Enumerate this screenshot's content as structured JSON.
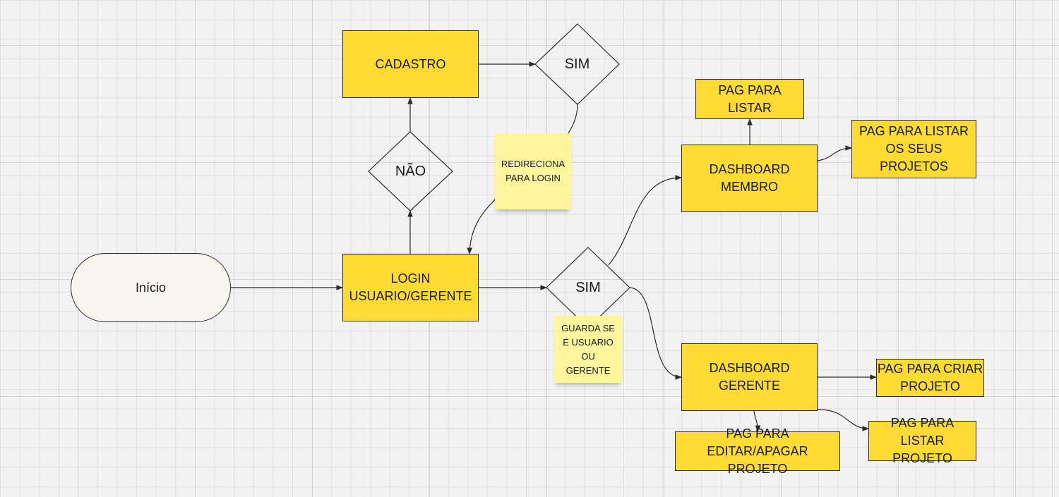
{
  "colors": {
    "box_fill": "#fddb32",
    "sticky_fill": "#fff59c",
    "start_fill": "#f8f5ef",
    "line": "#2b2b2b"
  },
  "nodes": {
    "inicio": "Início",
    "cadastro": "CADASTRO",
    "sim_top": "SIM",
    "nao": "NÃO",
    "login": "LOGIN\nUSUARIO/GERENTE",
    "sim_mid": "SIM",
    "pag_listar": "PAG PARA\nLISTAR",
    "dashboard_membro": "DASHBOARD\nMEMBRO",
    "pag_listar_seus": "PAG PARA LISTAR\nOS SEUS PROJETOS",
    "dashboard_gerente": "DASHBOARD\nGERENTE",
    "pag_criar": "PAG PARA CRIAR\nPROJETO",
    "pag_listar_projeto": "PAG PARA\nLISTAR PROJETO",
    "pag_editar": "PAG PARA\nEDITAR/APAGAR PROJETO"
  },
  "notes": {
    "redireciona": "REDIRECIONA\nPARA LOGIN",
    "guarda": "GUARDA SE\nÉ USUARIO\nOU\nGERENTE"
  },
  "edges": [
    {
      "from": "inicio",
      "to": "login"
    },
    {
      "from": "login",
      "to": "nao"
    },
    {
      "from": "nao",
      "to": "cadastro"
    },
    {
      "from": "cadastro",
      "to": "sim_top"
    },
    {
      "from": "sim_top",
      "to": "login"
    },
    {
      "from": "login",
      "to": "sim_mid"
    },
    {
      "from": "sim_mid",
      "to": "dashboard_membro"
    },
    {
      "from": "sim_mid",
      "to": "dashboard_gerente"
    },
    {
      "from": "dashboard_membro",
      "to": "pag_listar"
    },
    {
      "from": "dashboard_membro",
      "to": "pag_listar_seus"
    },
    {
      "from": "dashboard_gerente",
      "to": "pag_criar"
    },
    {
      "from": "dashboard_gerente",
      "to": "pag_listar_projeto"
    },
    {
      "from": "dashboard_gerente",
      "to": "pag_editar"
    }
  ]
}
